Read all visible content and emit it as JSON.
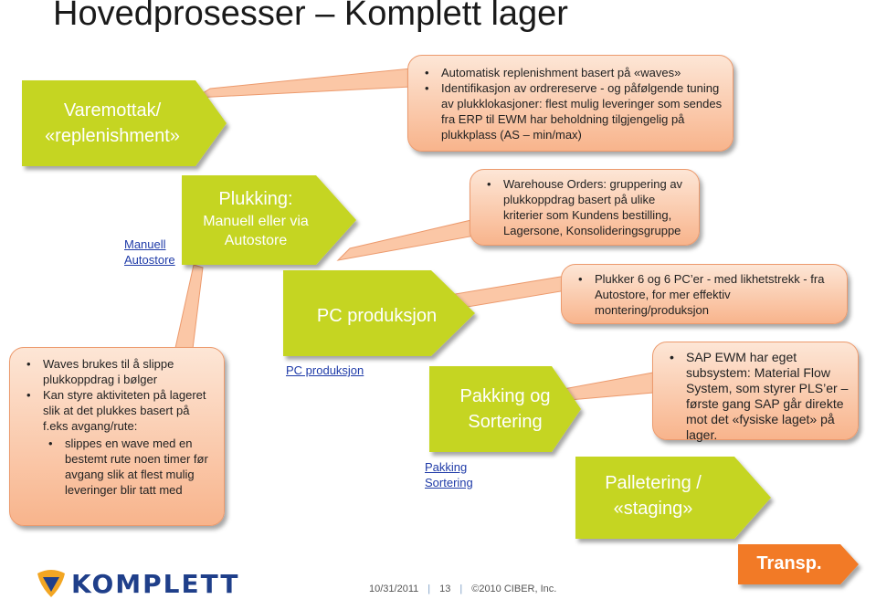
{
  "title": "Hovedprosesser – Komplett lager",
  "colors": {
    "green": "#c5d522",
    "orange": "#f27a25",
    "note_fill": "#fbc7a6",
    "link": "#1f3ba8"
  },
  "shapes": {
    "varemottak": [
      "Varemottak/",
      "«replenishment»"
    ],
    "plukking": {
      "heading": "Plukking:",
      "body": [
        "Manuell eller via",
        "Autostore"
      ]
    },
    "pc_produksjon": "PC produksjon",
    "pakking": [
      "Pakking og",
      "Sortering"
    ],
    "palletering": [
      "Palletering /",
      "«staging»"
    ],
    "transp": "Transp."
  },
  "links": {
    "manuell_autostore": [
      "Manuell",
      "Autostore"
    ],
    "pc_produksjon": "PC produksjon",
    "pakking_sortering": [
      "Pakking",
      "Sortering"
    ]
  },
  "notes": {
    "replenishment": [
      "Automatisk replenishment basert på «waves»",
      "Identifikasjon av ordrereserve - og påfølgende tuning av plukklokasjoner: flest mulig leveringer som sendes fra ERP til EWM har beholdning tilgjengelig på plukkplass (AS – min/max)"
    ],
    "warehouse_orders": [
      "Warehouse Orders: gruppering av plukkoppdrag basert på ulike kriterier som Kundens bestilling, Lagersone, Konsolideringsgruppe"
    ],
    "plukker": [
      "Plukker 6 og 6 PC’er - med likhetstrekk - fra Autostore, for mer effektiv montering/produksjon"
    ],
    "waves": {
      "items": [
        "Waves brukes til å slippe plukkoppdrag i bølger",
        "Kan styre aktiviteten på lageret slik at det plukkes basert på f.eks avgang/rute:"
      ],
      "sub": [
        "slippes en wave med en bestemt rute noen timer før avgang slik at flest mulig leveringer blir tatt med"
      ]
    },
    "sap_ewm": [
      "SAP EWM har eget subsystem: Material Flow System, som styrer PLS’er – første gang SAP går direkte mot det «fysiske laget» på lager."
    ]
  },
  "footer": {
    "date": "10/31/2011",
    "page": "13",
    "copyright": "©2010 CIBER, Inc."
  },
  "logo": {
    "text": "KOMPLETT"
  }
}
